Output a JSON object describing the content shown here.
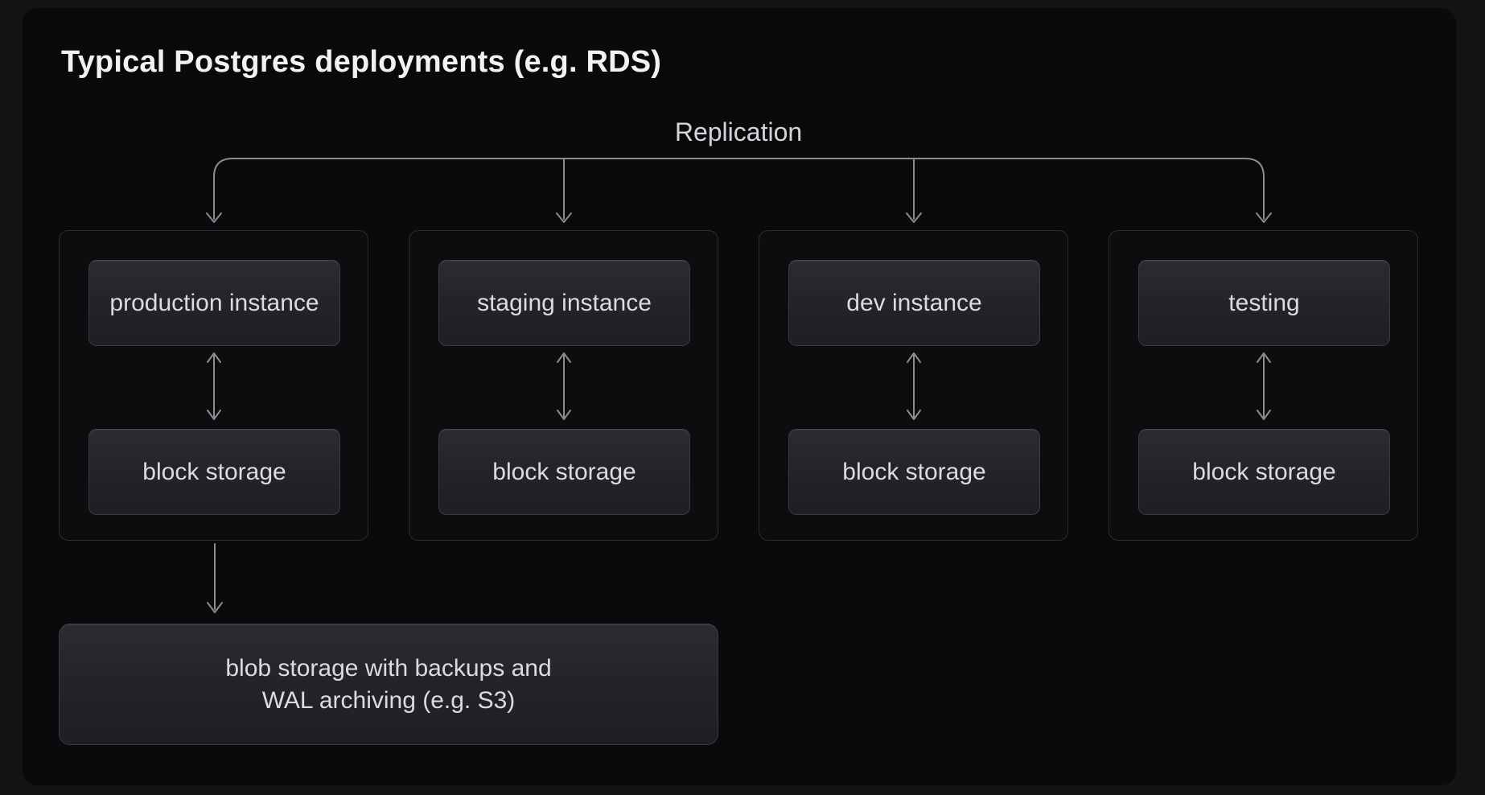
{
  "diagram": {
    "title": "Typical Postgres deployments (e.g. RDS)",
    "replication_label": "Replication",
    "groups": [
      {
        "instance_label": "production instance",
        "storage_label": "block storage"
      },
      {
        "instance_label": "staging instance",
        "storage_label": "block storage"
      },
      {
        "instance_label": "dev instance",
        "storage_label": "block storage"
      },
      {
        "instance_label": "testing",
        "storage_label": "block storage"
      }
    ],
    "blob_storage": {
      "line1": "blob storage with backups and",
      "line2": "WAL archiving (e.g. S3)"
    },
    "colors": {
      "canvas_bg": "#141416",
      "panel_bg": "#0A0A0C",
      "node_fill_top": "#2B2C30",
      "node_fill_bottom": "#1E1F23",
      "node_border": "#3A3B40",
      "group_border": "#2B2D31",
      "connector": "#8A8C90",
      "title_text": "#F2F2F4",
      "label_text": "#DBDCDF",
      "replication_text": "#D4D5D8"
    }
  }
}
